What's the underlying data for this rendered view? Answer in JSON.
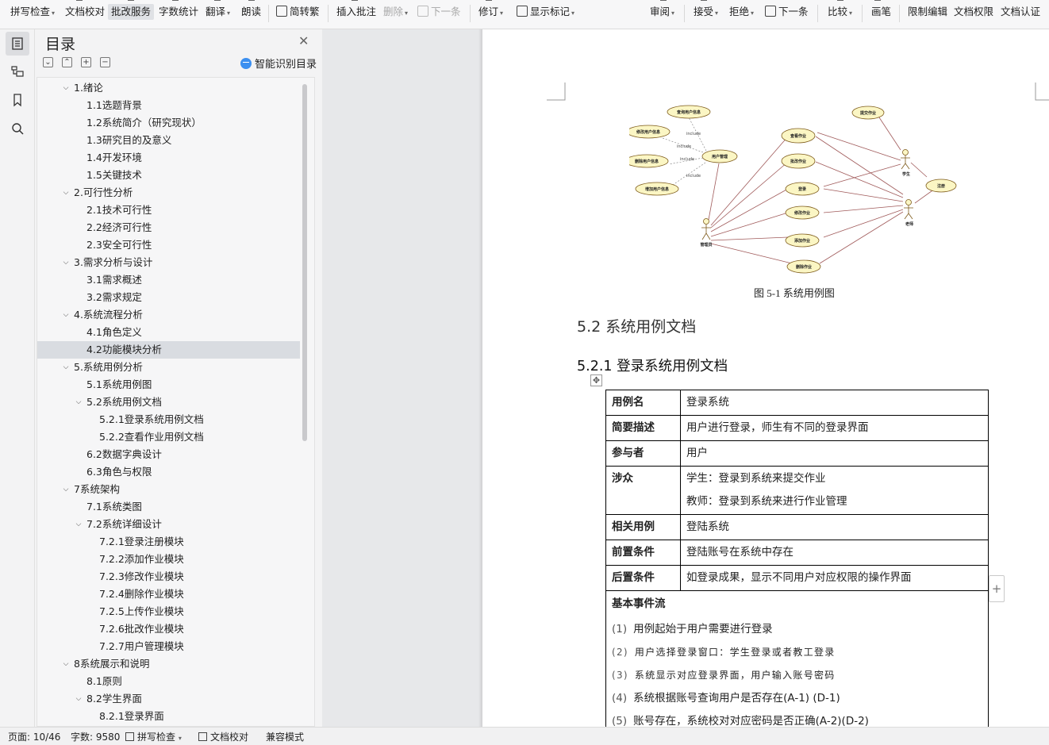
{
  "toolbar": {
    "spell_check": "拼写检查",
    "doc_proofread": "文档校对",
    "revision_service": "批改服务",
    "word_count": "字数统计",
    "translate": "翻译",
    "read_aloud": "朗读",
    "simp_trad": "简转繁",
    "insert_comment": "插入批注",
    "delete": "删除",
    "next_item": "下一条",
    "track_changes": "修订",
    "show_markup": "显示标记",
    "review": "审阅",
    "accept": "接受",
    "reject": "拒绝",
    "next_change": "下一条",
    "compare": "比较",
    "pen": "画笔",
    "restrict_edit": "限制编辑",
    "doc_permission": "文档权限",
    "doc_certify": "文档认证"
  },
  "toc": {
    "title": "目录",
    "smart_toc": "智能识别目录",
    "items": [
      {
        "label": "1.绪论",
        "level": 1,
        "expanded": true
      },
      {
        "label": "1.1选题背景",
        "level": 2
      },
      {
        "label": "1.2系统简介（研究现状）",
        "level": 2
      },
      {
        "label": "1.3研究目的及意义",
        "level": 2
      },
      {
        "label": "1.4开发环境",
        "level": 2
      },
      {
        "label": "1.5关键技术",
        "level": 2
      },
      {
        "label": "2.可行性分析",
        "level": 1,
        "expanded": true
      },
      {
        "label": "2.1技术可行性",
        "level": 2
      },
      {
        "label": "2.2经济可行性",
        "level": 2
      },
      {
        "label": "2.3安全可行性",
        "level": 2
      },
      {
        "label": "3.需求分析与设计",
        "level": 1,
        "expanded": true
      },
      {
        "label": "3.1需求概述",
        "level": 2
      },
      {
        "label": "3.2需求规定",
        "level": 2
      },
      {
        "label": "4.系统流程分析",
        "level": 1,
        "expanded": true
      },
      {
        "label": "4.1角色定义",
        "level": 2
      },
      {
        "label": "4.2功能模块分析",
        "level": 2,
        "selected": true
      },
      {
        "label": "5.系统用例分析",
        "level": 1,
        "expanded": true
      },
      {
        "label": "5.1系统用例图",
        "level": 2
      },
      {
        "label": "5.2系统用例文档",
        "level": 2,
        "expanded": true
      },
      {
        "label": "5.2.1登录系统用例文档",
        "level": 3
      },
      {
        "label": "5.2.2查看作业用例文档",
        "level": 3
      },
      {
        "label": "6.2数据字典设计",
        "level": 2
      },
      {
        "label": "6.3角色与权限",
        "level": 2
      },
      {
        "label": "7系统架构",
        "level": 1,
        "expanded": true
      },
      {
        "label": "7.1系统类图",
        "level": 2
      },
      {
        "label": "7.2系统详细设计",
        "level": 2,
        "expanded": true
      },
      {
        "label": "7.2.1登录注册模块",
        "level": 3
      },
      {
        "label": "7.2.2添加作业模块",
        "level": 3
      },
      {
        "label": "7.2.3修改作业模块",
        "level": 3
      },
      {
        "label": "7.2.4删除作业模块",
        "level": 3
      },
      {
        "label": "7.2.5上传作业模块",
        "level": 3
      },
      {
        "label": "7.2.6批改作业模块",
        "level": 3
      },
      {
        "label": "7.2.7用户管理模块",
        "level": 3
      },
      {
        "label": "8系统展示和说明",
        "level": 1,
        "expanded": true
      },
      {
        "label": "8.1原则",
        "level": 2
      },
      {
        "label": "8.2学生界面",
        "level": 2,
        "expanded": true
      },
      {
        "label": "8.2.1登录界面",
        "level": 3
      }
    ]
  },
  "diagram": {
    "actors": {
      "admin": "管理员",
      "student": "学生",
      "teacher": "老师"
    },
    "usecases": {
      "query_user": "查询用户信息",
      "modify_user": "修改用户信息",
      "user_mgmt": "用户管理",
      "delete_user": "删除用户信息",
      "add_user": "增加用户信息",
      "submit_hw": "提交作业",
      "view_hw": "查看作业",
      "grade_hw": "批改作业",
      "login": "登录",
      "register": "注册",
      "edit_hw": "修改作业",
      "add_hw": "添加作业",
      "delete_hw": "删除作业"
    },
    "include_label": "include"
  },
  "document": {
    "figure_caption": "图 5-1 系统用例图",
    "section": "5.2  系统用例文档",
    "subsection": "5.2.1  登录系统用例文档",
    "table": {
      "name_key": "用例名",
      "name_val": "登录系统",
      "desc_key": "简要描述",
      "desc_val": "用户进行登录，师生有不同的登录界面",
      "actor_key": "参与者",
      "actor_val": "用户",
      "stake_key": "涉众",
      "stake_val1": "学生：登录到系统来提交作业",
      "stake_val2": "教师：登录到系统来进行作业管理",
      "related_key": "相关用例",
      "related_val": "登陆系统",
      "pre_key": "前置条件",
      "pre_val": "登陆账号在系统中存在",
      "post_key": "后置条件",
      "post_val": "如登录成果，显示不同用户对应权限的操作界面",
      "flow_title": "基本事件流",
      "steps": [
        {
          "num": "(1)",
          "text": "用例起始于用户需要进行登录"
        },
        {
          "num": "(2)",
          "text": "用户选择登录窗口：学生登录或者教工登录"
        },
        {
          "num": "(3)",
          "text": "系统显示对应登录界面，用户输入账号密码"
        },
        {
          "num": "(4)",
          "text": "系统根据账号查询用户是否存在(A-1) (D-1)"
        },
        {
          "num": "(5)",
          "text": "账号存在，系统校对对应密码是否正确(A-2)(D-2)"
        }
      ]
    }
  },
  "status": {
    "page": "页面: 10/46",
    "words": "字数: 9580",
    "spell_check": "拼写检查",
    "doc_proofread": "文档校对",
    "compat_mode": "兼容模式"
  }
}
